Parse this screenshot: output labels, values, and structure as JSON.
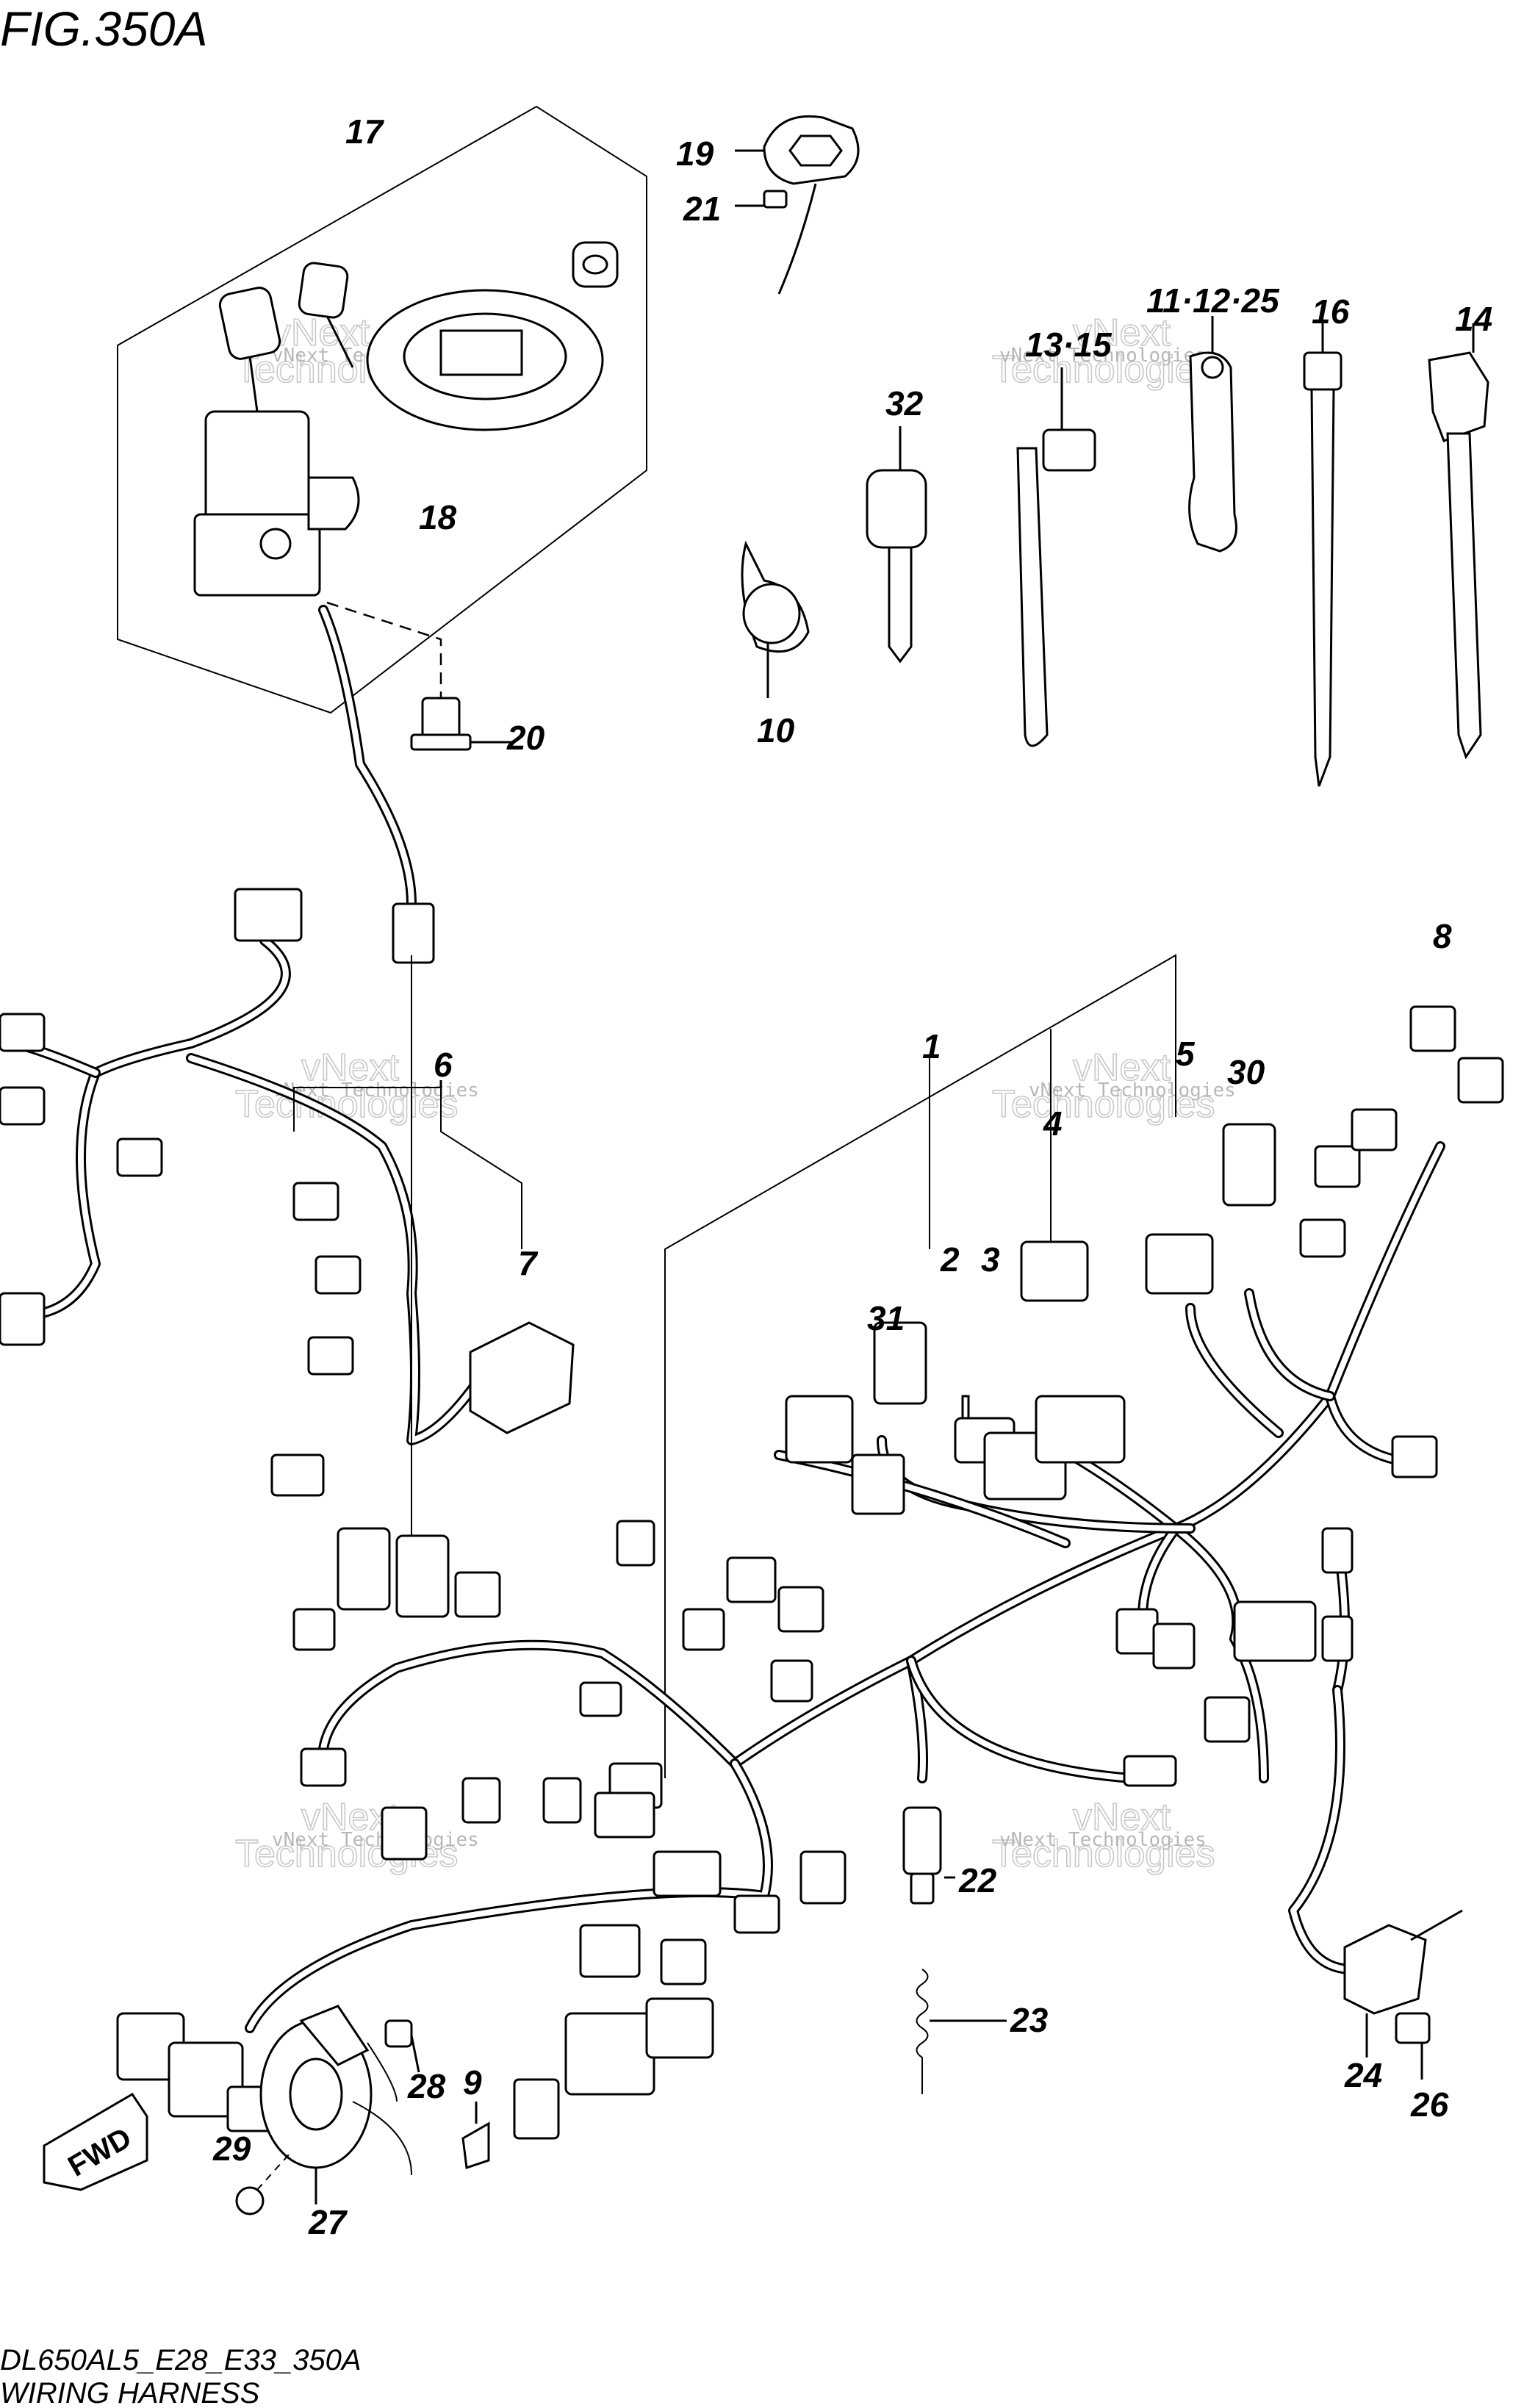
{
  "figure": {
    "title": "FIG.350A",
    "model_code": "DL650AL5_E28_E33_350A",
    "section_name": "WIRING HARNESS",
    "direction_label": "FWD"
  },
  "watermark": {
    "line1": "vNext Technologies",
    "line2": "vNext",
    "line3": "Technologies"
  },
  "callouts": {
    "c1": "1",
    "c2": "2",
    "c3": "3",
    "c4": "4",
    "c5": "5",
    "c6": "6",
    "c7": "7",
    "c8": "8",
    "c9": "9",
    "c10": "10",
    "c11": "11·12·25",
    "c13": "13·15",
    "c14": "14",
    "c16": "16",
    "c17": "17",
    "c18": "18",
    "c19": "19",
    "c20": "20",
    "c21": "21",
    "c22": "22",
    "c23": "23",
    "c24": "24",
    "c26": "26",
    "c27": "27",
    "c28": "28",
    "c29": "29",
    "c30": "30",
    "c31": "31",
    "c32": "32"
  }
}
